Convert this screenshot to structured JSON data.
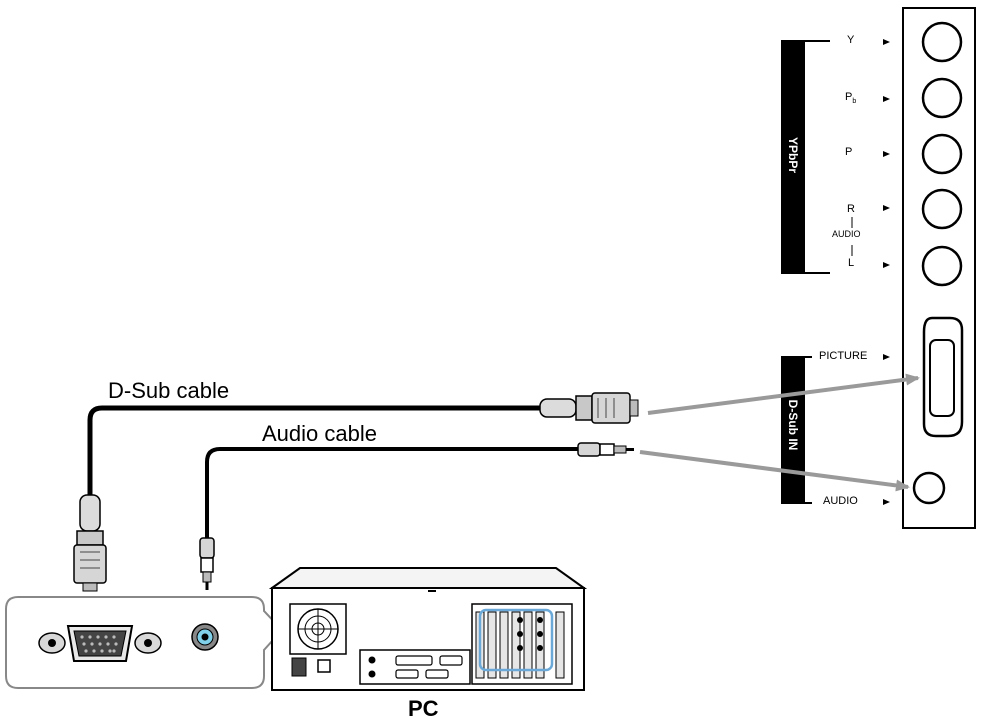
{
  "panel": {
    "group_ypbpr": "YPbPr",
    "group_dsub": "D-Sub IN",
    "port_y": "Y",
    "port_pb": "P",
    "port_pb_sub": "b",
    "port_pr": "P",
    "audio_r": "R",
    "audio_label": "AUDIO",
    "audio_l": "L",
    "picture": "PICTURE",
    "audio": "AUDIO"
  },
  "cables": {
    "dsub": "D-Sub cable",
    "audio": "Audio cable"
  },
  "pc": {
    "label": "PC"
  }
}
